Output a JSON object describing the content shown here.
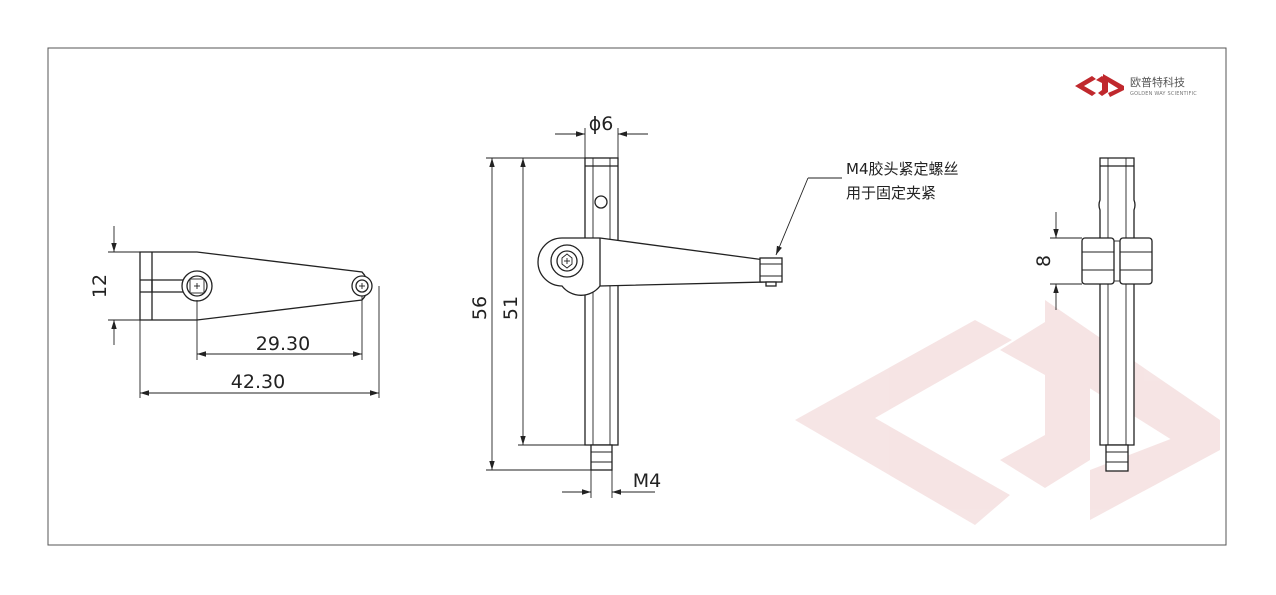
{
  "brand": {
    "name": "欧普特科技",
    "subtitle": "GOLDEN WAY SCIENTIFIC",
    "logo_color": "#c0282d"
  },
  "dimensions": {
    "height_12": "12",
    "len_29_30": "29.30",
    "len_42_30": "42.30",
    "diameter_6": "ϕ6",
    "height_56": "56",
    "height_51": "51",
    "thread_m4": "M4",
    "clamp_8": "8"
  },
  "annotation": {
    "line1": "M4胶头紧定螺丝",
    "line2": "用于固定夹紧"
  }
}
